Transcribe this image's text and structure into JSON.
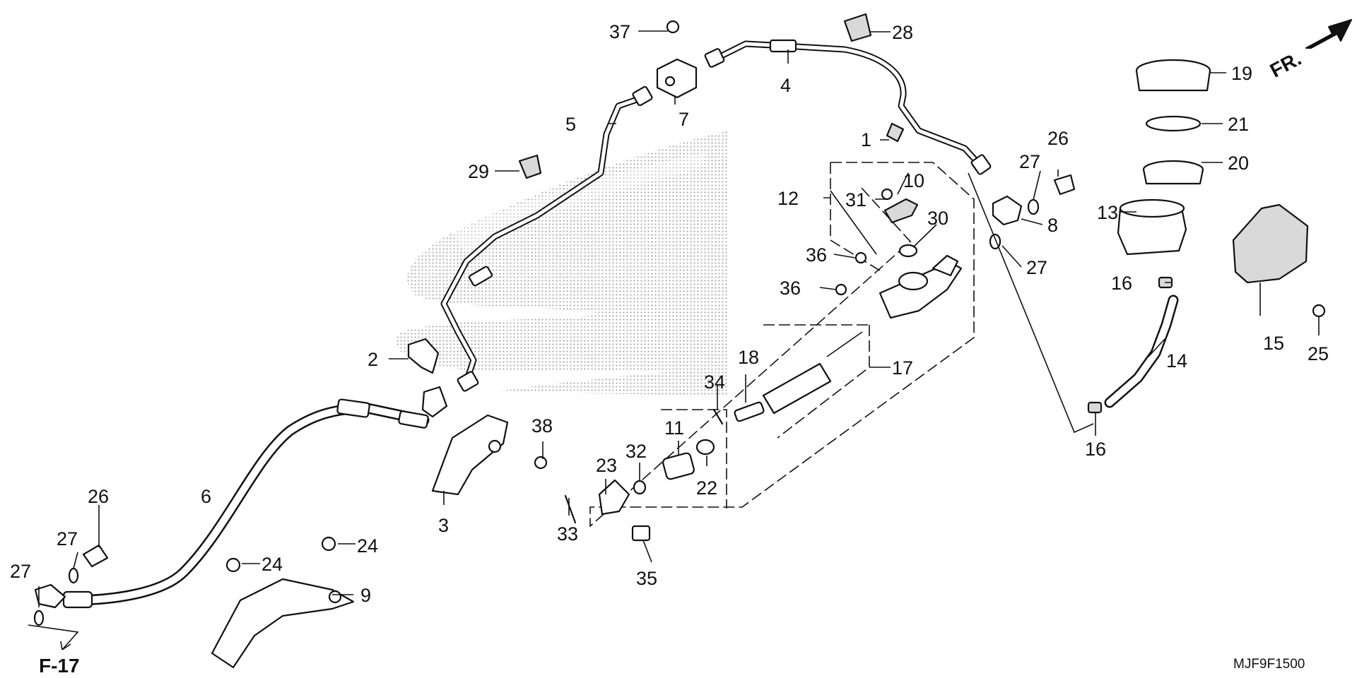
{
  "diagram": {
    "drawing_code": "MJF9F1500",
    "front_marker": "FR.",
    "cross_reference": "F-17",
    "part_numbers": [
      "1",
      "2",
      "3",
      "4",
      "5",
      "6",
      "7",
      "8",
      "9",
      "10",
      "11",
      "12",
      "13",
      "14",
      "15",
      "16",
      "16",
      "17",
      "18",
      "19",
      "20",
      "21",
      "22",
      "23",
      "24",
      "24",
      "25",
      "26",
      "26",
      "27",
      "27",
      "27",
      "27",
      "28",
      "29",
      "30",
      "31",
      "32",
      "33",
      "34",
      "35",
      "36",
      "36",
      "37",
      "38"
    ]
  }
}
